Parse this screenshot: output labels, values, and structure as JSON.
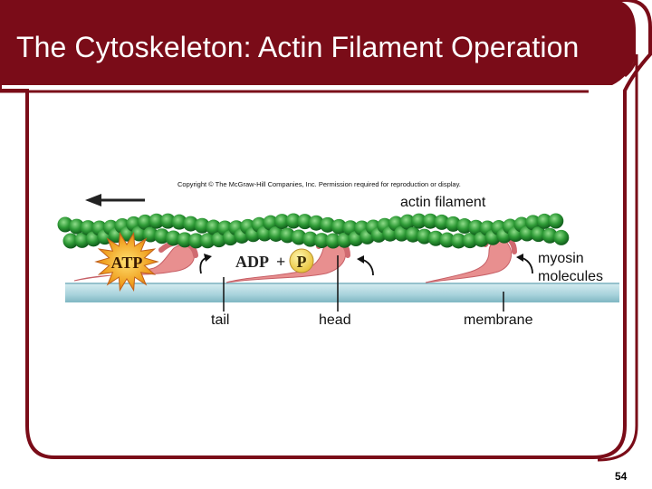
{
  "slide": {
    "title": "The Cytoskeleton: Actin Filament Operation",
    "page_number": "54",
    "colors": {
      "frame": "#7a0c18",
      "actin": "#2e8b35",
      "membrane": "#a9d3dc",
      "myosin": "#e88f8f",
      "atp": "#f0a020"
    }
  },
  "diagram": {
    "copyright": "Copyright © The McGraw-Hill Companies, Inc. Permission required for reproduction or display.",
    "labels": {
      "actin_filament": "actin filament",
      "atp": "ATP",
      "adp": "ADP",
      "plus": "+",
      "p": "P",
      "myosin_line1": "myosin",
      "myosin_line2": "molecules",
      "tail": "tail",
      "head": "head",
      "membrane": "membrane"
    }
  }
}
